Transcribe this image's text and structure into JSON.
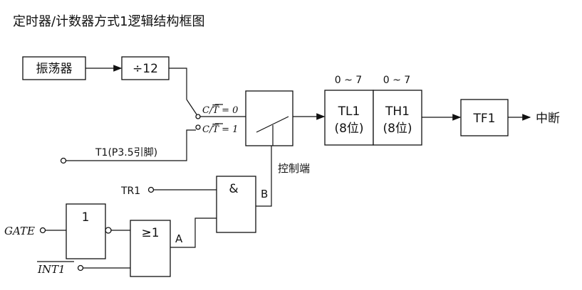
{
  "title": "定时器/计数器方式1逻辑结构框图",
  "blocks": {
    "oscillator": "振荡器",
    "divider": "÷12",
    "tl1_name": "TL1",
    "tl1_bits": "(8位)",
    "th1_name": "TH1",
    "th1_bits": "(8位)",
    "tf1": "TF1",
    "gate_and": "&",
    "gate_not": "1",
    "gate_or": "≥1"
  },
  "labels": {
    "tl1_range": "0 ~ 7",
    "th1_range": "0 ~ 7",
    "interrupt": "中断",
    "t1_pin": "T1(P3.5引脚)",
    "control_end": "控制端",
    "tr1": "TR1",
    "gate": "GATE",
    "int1": "INT1",
    "node_a": "A",
    "node_b": "B",
    "ct_0_prefix": "C/",
    "ct_0_bar": "T",
    "ct_0_suffix": " = 0",
    "ct_1_prefix": "C/",
    "ct_1_bar": "T",
    "ct_1_suffix": " = 1"
  }
}
